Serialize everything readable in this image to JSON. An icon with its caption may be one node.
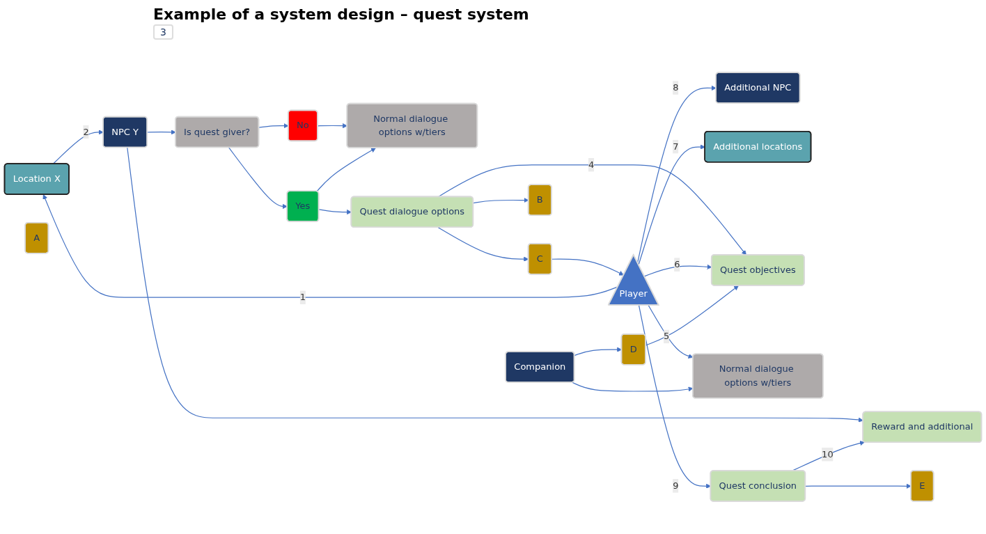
{
  "diagram": {
    "title": "Example of a system design – quest system",
    "nodes": [
      {
        "text": [
          "Location X"
        ]
      },
      {
        "text": [
          "NPC Y"
        ]
      },
      {
        "text": [
          "Is quest giver?"
        ]
      },
      {
        "text": [
          "A"
        ]
      },
      {
        "text": [
          "No"
        ]
      },
      {
        "text": [
          "Yes"
        ]
      },
      {
        "text": [
          "Normal dialogue options w/tiers"
        ]
      },
      {
        "text": [
          "Quest dialogue options"
        ]
      },
      {
        "text": [
          "C"
        ]
      },
      {
        "text": [
          "B"
        ]
      },
      {
        "text": [
          "Additional NPC"
        ]
      },
      {
        "text": [
          "Additional locations"
        ]
      },
      {
        "text": [
          "Quest objectives"
        ]
      },
      {
        "text": [
          "Player"
        ]
      },
      {
        "text": [
          "Normal dialogue options w/tiers"
        ]
      },
      {
        "text": [
          "D"
        ]
      },
      {
        "text": [
          "Reward and additional"
        ]
      },
      {
        "text": [
          "Quest conclusion"
        ]
      },
      {
        "text": [
          "E"
        ]
      },
      {
        "text": [
          "Companion"
        ]
      }
    ],
    "edges": [
      {
        "from": 0,
        "to": 1,
        "arrow": "to",
        "label": "2"
      },
      {
        "from": 1,
        "to": 2,
        "arrow": "to"
      },
      {
        "from": 2,
        "to": 4,
        "arrow": "to"
      },
      {
        "from": 2,
        "to": 5,
        "arrow": "to"
      },
      {
        "from": 4,
        "to": 6,
        "arrow": "to"
      },
      {
        "from": 5,
        "to": 6,
        "arrow": "to"
      },
      {
        "from": 5,
        "to": 7,
        "arrow": "to"
      },
      {
        "from": 7,
        "to": 8,
        "arrow": "to"
      },
      {
        "from": 7,
        "to": 9,
        "arrow": "to"
      },
      {
        "from": 7,
        "to": 12,
        "arrow": "to",
        "label": "4"
      },
      {
        "from": 8,
        "to": 13,
        "arrow": "to"
      },
      {
        "from": 13,
        "to": 0,
        "arrow": "to",
        "label": "1"
      },
      {
        "from": 1,
        "to": 16,
        "arrow": "to"
      },
      {
        "from": 13,
        "to": 10,
        "arrow": "to",
        "label": "8"
      },
      {
        "from": 13,
        "to": 11,
        "arrow": "to",
        "label": "7"
      },
      {
        "from": 13,
        "to": 12,
        "arrow": "to",
        "label": "6"
      },
      {
        "from": 13,
        "to": 14,
        "arrow": "to",
        "label": "5"
      },
      {
        "from": 13,
        "to": 17,
        "arrow": "to",
        "label": "9"
      },
      {
        "from": 17,
        "to": 16,
        "arrow": "to",
        "label": "10"
      },
      {
        "from": 17,
        "to": 18,
        "arrow": "to"
      },
      {
        "from": 19,
        "to": 14,
        "arrow": "to"
      },
      {
        "from": 19,
        "to": 15,
        "arrow": "to"
      },
      {
        "from": 15,
        "to": 12,
        "arrow": "to"
      }
    ],
    "labels": [
      "3"
    ]
  }
}
